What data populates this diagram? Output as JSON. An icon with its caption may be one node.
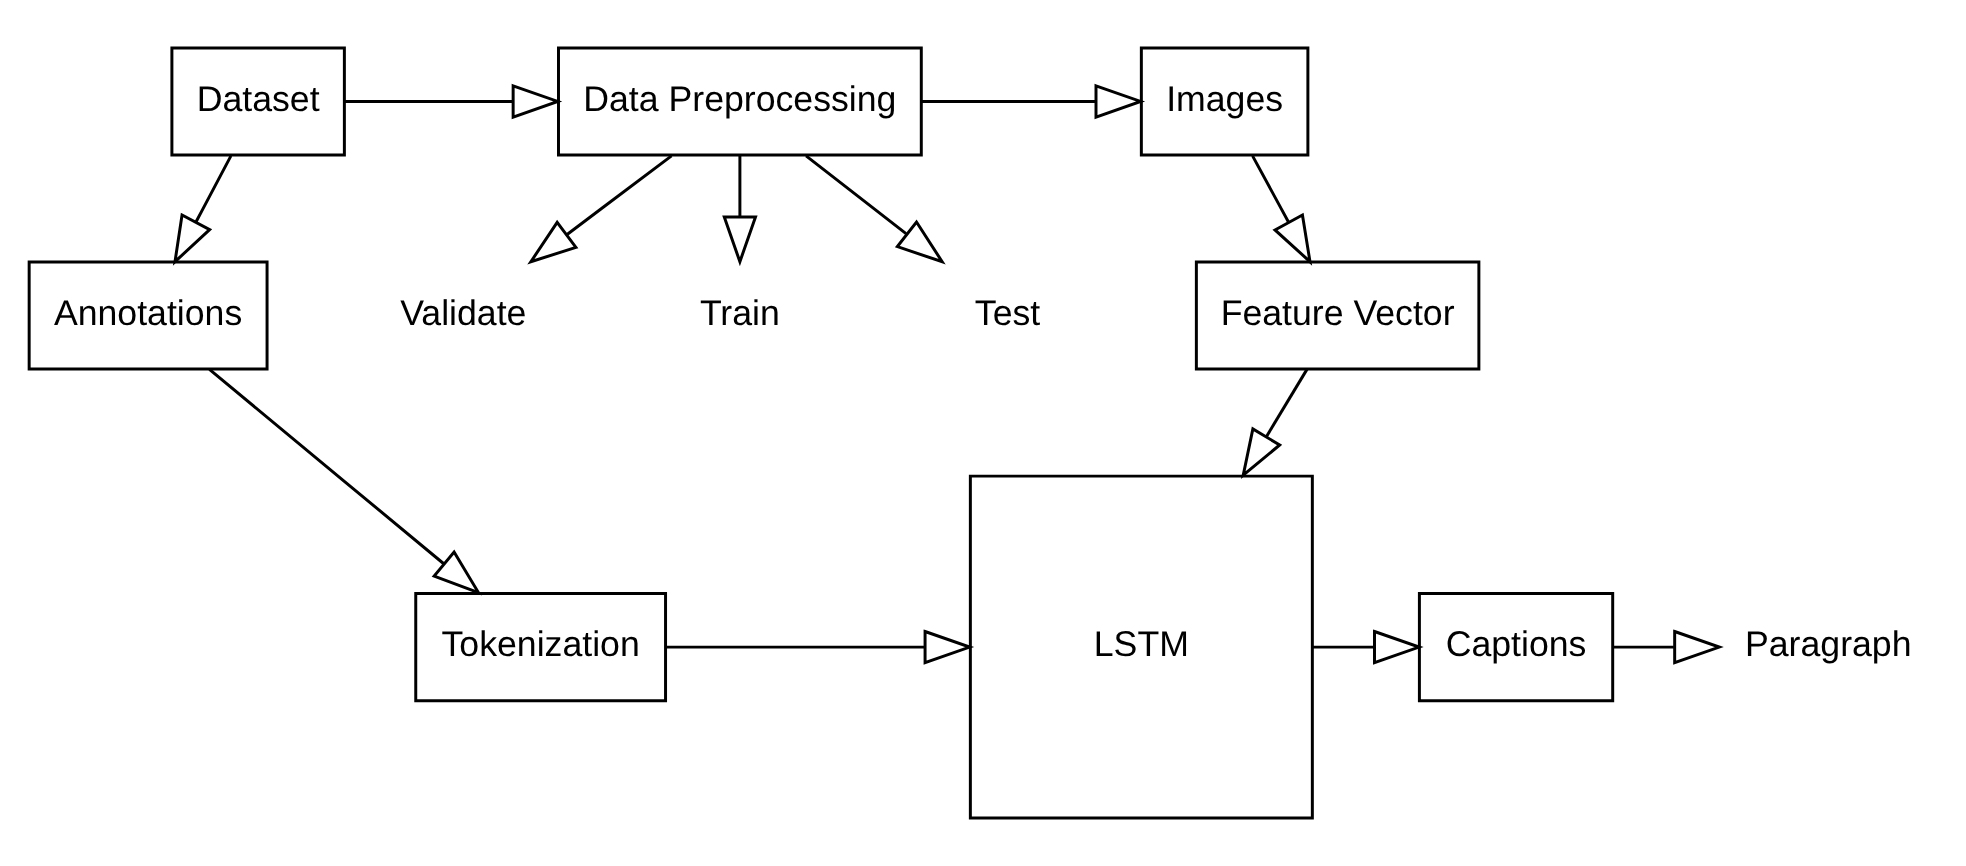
{
  "diagram": {
    "nodes": [
      {
        "text": [
          "Data Preprocessing"
        ]
      },
      {
        "text": [
          "Dataset"
        ]
      },
      {
        "text": [
          "Images"
        ]
      },
      {
        "text": [
          "Train"
        ]
      },
      {
        "text": [
          "Test"
        ]
      },
      {
        "text": [
          "Validate"
        ]
      },
      {
        "text": [
          "Annotations"
        ]
      },
      {
        "text": [
          "Feature Vector"
        ]
      },
      {
        "text": [
          "Tokenization"
        ]
      },
      {
        "text": [
          "LSTM"
        ]
      },
      {
        "text": [
          "Captions"
        ]
      },
      {
        "text": [
          "Paragraph"
        ]
      }
    ],
    "edges": [
      {
        "from": 1,
        "to": 0,
        "arrow": "to"
      },
      {
        "from": 0,
        "to": 2,
        "arrow": "to"
      },
      {
        "from": 0,
        "to": 3,
        "arrow": "to"
      },
      {
        "from": 0,
        "to": 4,
        "arrow": "to"
      },
      {
        "from": 0,
        "to": 5,
        "arrow": "to"
      },
      {
        "from": 1,
        "to": 6,
        "arrow": "to"
      },
      {
        "from": 6,
        "to": 8,
        "arrow": "to"
      },
      {
        "from": 2,
        "to": 7,
        "arrow": "to"
      },
      {
        "from": 7,
        "to": 9,
        "arrow": "to"
      },
      {
        "from": 8,
        "to": 9,
        "arrow": "to"
      },
      {
        "from": 9,
        "to": 10,
        "arrow": "to"
      },
      {
        "from": 10,
        "to": 11,
        "arrow": "to"
      }
    ]
  }
}
